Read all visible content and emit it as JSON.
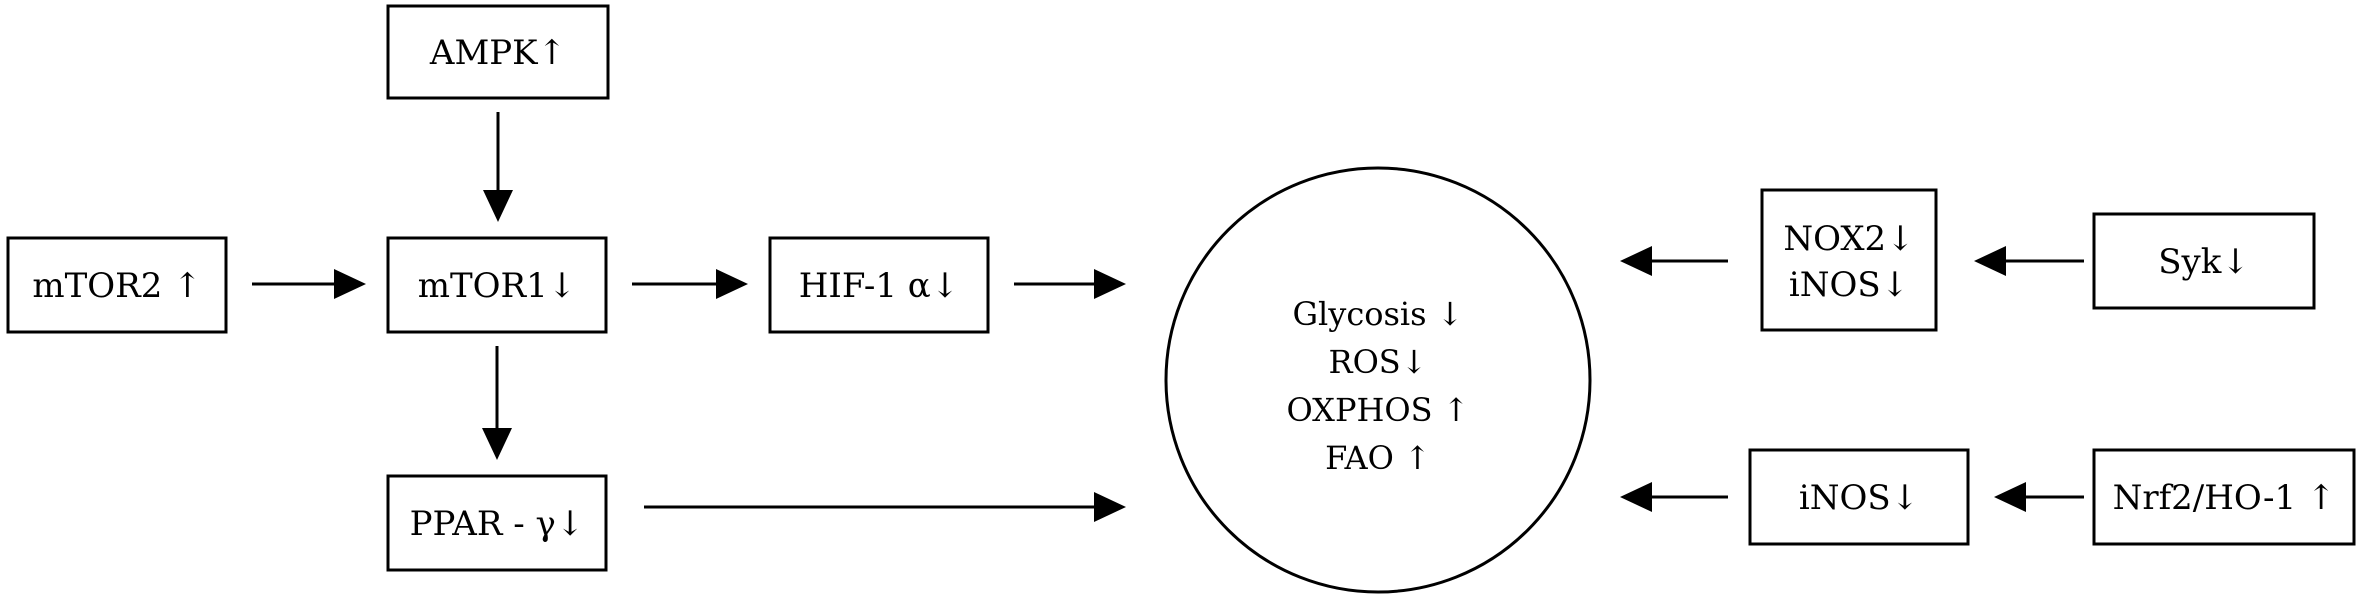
{
  "nodes": {
    "ampk": "AMPK↑",
    "mtor2": "mTOR2 ↑",
    "mtor1": "mTOR1↓",
    "hif1a": "HIF-1 α↓",
    "ppar": "PPAR - γ↓",
    "nox2_inos": [
      "NOX2↓",
      "iNOS↓"
    ],
    "syk": "Syk↓",
    "inos": "iNOS↓",
    "nrf2": "Nrf2/HO-1 ↑"
  },
  "outcome": [
    "Glycosis ↓",
    "ROS↓",
    "OXPHOS ↑",
    "FAO ↑"
  ],
  "edges": [
    {
      "from": "AMPK↑",
      "to": "mTOR1↓"
    },
    {
      "from": "mTOR2 ↑",
      "to": "mTOR1↓"
    },
    {
      "from": "mTOR1↓",
      "to": "HIF-1 α↓"
    },
    {
      "from": "mTOR1↓",
      "to": "PPAR - γ↓"
    },
    {
      "from": "HIF-1 α↓",
      "to": "outcome"
    },
    {
      "from": "PPAR - γ↓",
      "to": "outcome"
    },
    {
      "from": "NOX2↓ iNOS↓",
      "to": "outcome"
    },
    {
      "from": "Syk↓",
      "to": "NOX2↓ iNOS↓"
    },
    {
      "from": "iNOS↓",
      "to": "outcome"
    },
    {
      "from": "Nrf2/HO-1 ↑",
      "to": "iNOS↓"
    }
  ]
}
